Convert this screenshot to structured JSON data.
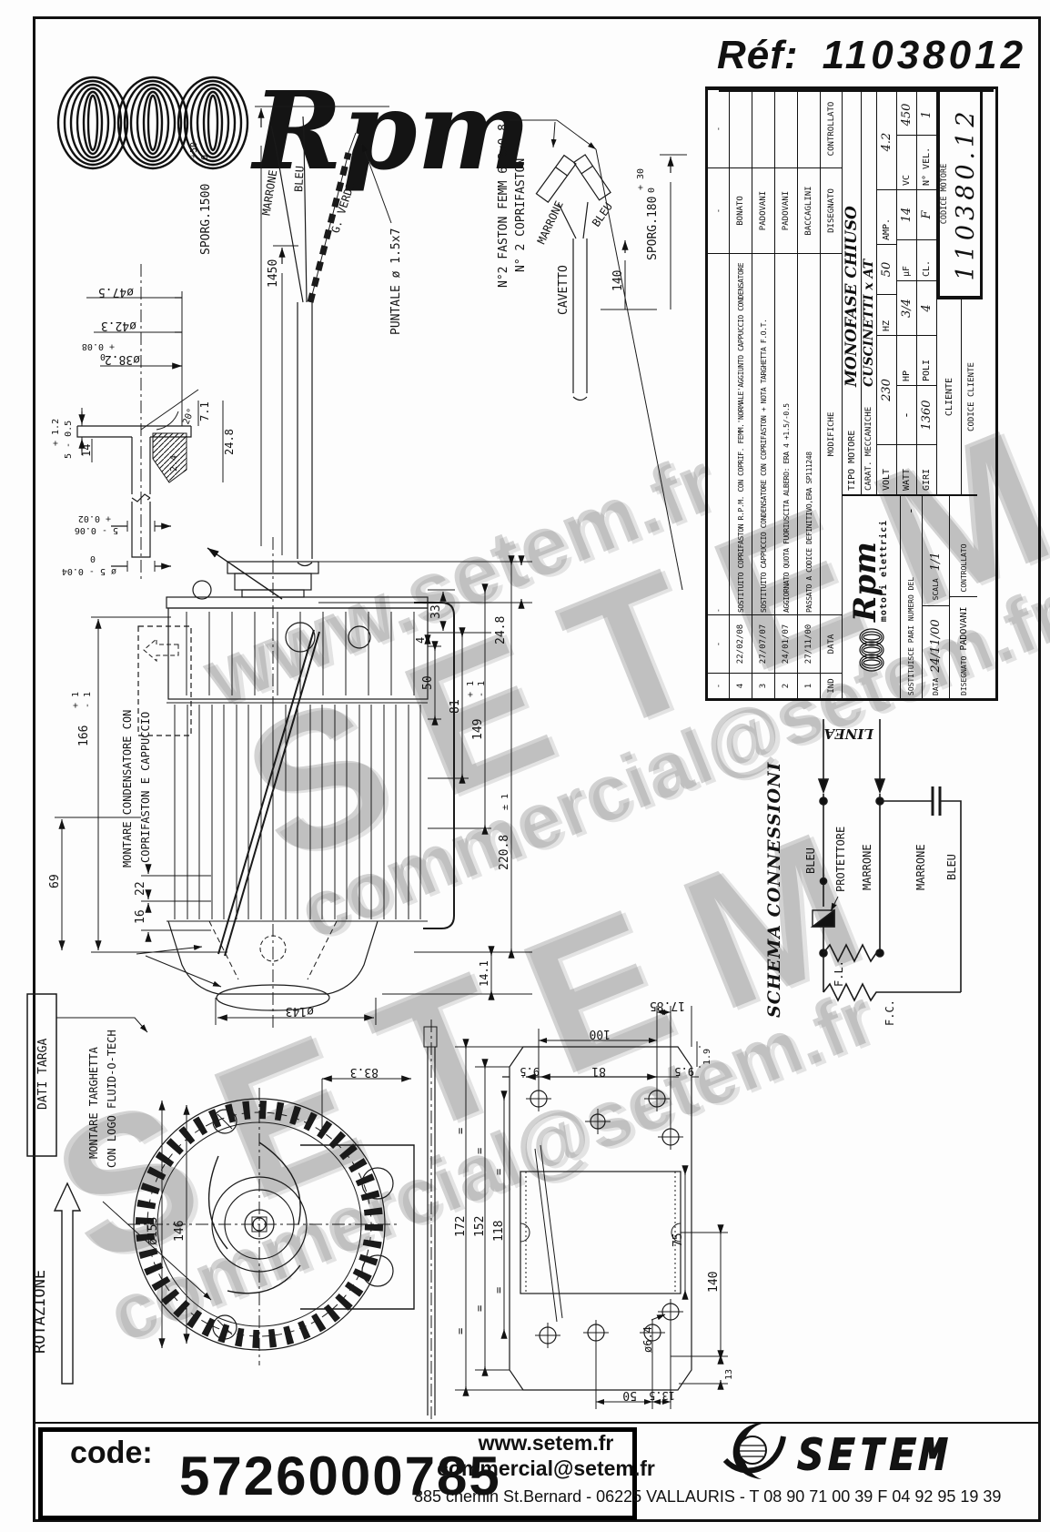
{
  "header": {
    "ref_label": "Réf:",
    "ref_number": "11038012"
  },
  "brand": {
    "name": "Rpm",
    "tagline": "motori elettrici"
  },
  "watermark": {
    "www": "www.setem.fr",
    "setem": "SETEM",
    "email": "commercial@setem.fr"
  },
  "title_block": {
    "revisions": {
      "headers": [
        "IND",
        "DATA",
        "MODIFICHE",
        "DISEGNATO",
        "CONTROLLATO"
      ],
      "rows": [
        {
          "ind": "-",
          "data": "-",
          "modifiche": "-",
          "disegnato": "-",
          "controllato": "-"
        },
        {
          "ind": "4",
          "data": "22/02/08",
          "modifiche": "SOSTITUITO COPRIFASTON R.P.M. CON COPRIF. FEMM.'NORMALE'AGGIUNTO CAPPUCCIO CONDENSATORE",
          "disegnato": "BONATO",
          "controllato": ""
        },
        {
          "ind": "3",
          "data": "27/07/07",
          "modifiche": "SOSTITUITO CAPPUCCIO CONDENSATORE CON COPRIFASTON + NOTA TARGHETTA F.O.T.",
          "disegnato": "PADOVANI",
          "controllato": ""
        },
        {
          "ind": "2",
          "data": "24/01/07",
          "modifiche": "AGGIORNATO QUOTA FUORIUSCITA ALBERO: ERA 4 +1.5/-0.5",
          "disegnato": "PADOVANI",
          "controllato": ""
        },
        {
          "ind": "1",
          "data": "27/11/00",
          "modifiche": "PASSATO A CODICE DEFINITIVO,ERA SP111248",
          "disegnato": "BACCAGLINI",
          "controllato": ""
        }
      ]
    },
    "tipo_label": "TIPO MOTORE",
    "tipo_value": "MONOFASE CHIUSO",
    "carat_label": "CARAT. MECCANICHE",
    "carat_value": "CUSCINETTI x AT",
    "specs": {
      "volt_label": "VOLT",
      "volt": "230",
      "hz_label": "HZ",
      "hz": "50",
      "amp_label": "AMP.",
      "amp": "4.2",
      "watt_label": "WATT",
      "watt": "-",
      "hp_label": "HP",
      "hp": "3/4",
      "uf_label": "µF",
      "uf": "14",
      "vc_label": "VC",
      "vc": "450",
      "giri_label": "GIRI",
      "giri": "1360",
      "poli_label": "POLI",
      "poli": "4",
      "cl_label": "CL.",
      "cl": "F",
      "nvel_label": "N° VEL.",
      "nvel": "1"
    },
    "cliente_label": "CLIENTE",
    "codice_cliente_label": "CODICE CLIENTE",
    "codice_motore_label": "CODICE MOTORE",
    "codice_motore_value": "110380.12",
    "sostituisce_label": "SOSTITUISCE PARI NUMERO DEL",
    "sostituisce_value": "-",
    "data_label": "DATA",
    "data_value": "24/11/00",
    "scala_label": "SCALA",
    "scala_value": "1/1",
    "disegnato_label": "DISEGNATO",
    "disegnato_value": "PADOVANI",
    "controllato_label": "CONTROLLATO"
  },
  "schema": {
    "title": "SCHEMA CONNESSIONI",
    "linea": "LINEA",
    "bleu1": "BLEU",
    "protettore": "PROTETTORE",
    "marrone1": "MARRONE",
    "marrone2": "MARRONE",
    "bleu2": "BLEU",
    "fl": "F.L.",
    "fc": "F.C."
  },
  "lead": {
    "sporg": "SPORG.1500",
    "tol_hi": "+50",
    "tol_lo": "0",
    "len": "1450",
    "puntale": "PUNTALE  ø 1.5x7",
    "w1": "MARRONE",
    "w2": "BLEU",
    "w3": "G. VERDE"
  },
  "faston": {
    "l1": "N°2 FASTON FEMM 6.3x0.8",
    "l2": "N° 2 COPRIFASTON",
    "cavetto": "CAVETTO",
    "w1": "MARRONE",
    "w2": "BLEU",
    "len": "140",
    "sporg": "SPORG.180",
    "tol_hi": "+ 30",
    "tol_lo": "0"
  },
  "shaft": {
    "d1": "ø47.5",
    "d2": "ø42.3",
    "d3": "ø38.2",
    "d3t1": "+ 0.08",
    "d3t2": "0",
    "a20": "20°",
    "t1a": "+ 1.2",
    "t1b": "5 - 0.5",
    "d14": "14",
    "d24": "2.4",
    "d71": "7.1",
    "d248": "24.8",
    "b1a": "+ 0.02",
    "b1b": "5 - 0.06",
    "b2a": "0",
    "b2b": "ø 5 - 0.04"
  },
  "side": {
    "note1": "MONTARE CONDENSATORE CON",
    "note2": "COPRIFASTON E CAPPUCCIO",
    "d166": "166",
    "d166t1": "+ 1",
    "d166t2": "- 1",
    "d22": "22",
    "d16": "16",
    "d69": "69",
    "d33": "33",
    "d4": "4",
    "d50": "50",
    "d81": "81",
    "d149": "149",
    "d149t1": "+ 1",
    "d149t2": "- 1",
    "d2208": "220.8",
    "d2208t": "± 1",
    "d248": "24.8",
    "d141": "14.1",
    "dia143": "ø143"
  },
  "front": {
    "rot": "ROTAZIONE",
    "dia153": "ø153",
    "d146": "146",
    "d833": "83.3",
    "dati": "DATI TARGA",
    "note1": "MONTARE TARGHETTA",
    "note2": "CON LOGO FLUID-O-TECH"
  },
  "plate": {
    "d1785": "17.85",
    "d100": "100",
    "d81": "81",
    "d95l": "9.5",
    "d95r": "9.5",
    "d19": "1.9",
    "d172": "172",
    "d152": "152",
    "d118": "118",
    "d75": "75",
    "d140": "140",
    "dia64": "ø6.4",
    "d13": "13",
    "d50": "50",
    "d135": "13.5",
    "eq": "="
  },
  "footer": {
    "code_label": "code:",
    "code_value": "5726000785",
    "website": "www.setem.fr",
    "email": "commercial@setem.fr",
    "address": "885 chemin St.Bernard  -  06225 VALLAURIS  -  T 08 90 71 00 39   F 04 92 95 19 39",
    "brand": "SETEM"
  }
}
